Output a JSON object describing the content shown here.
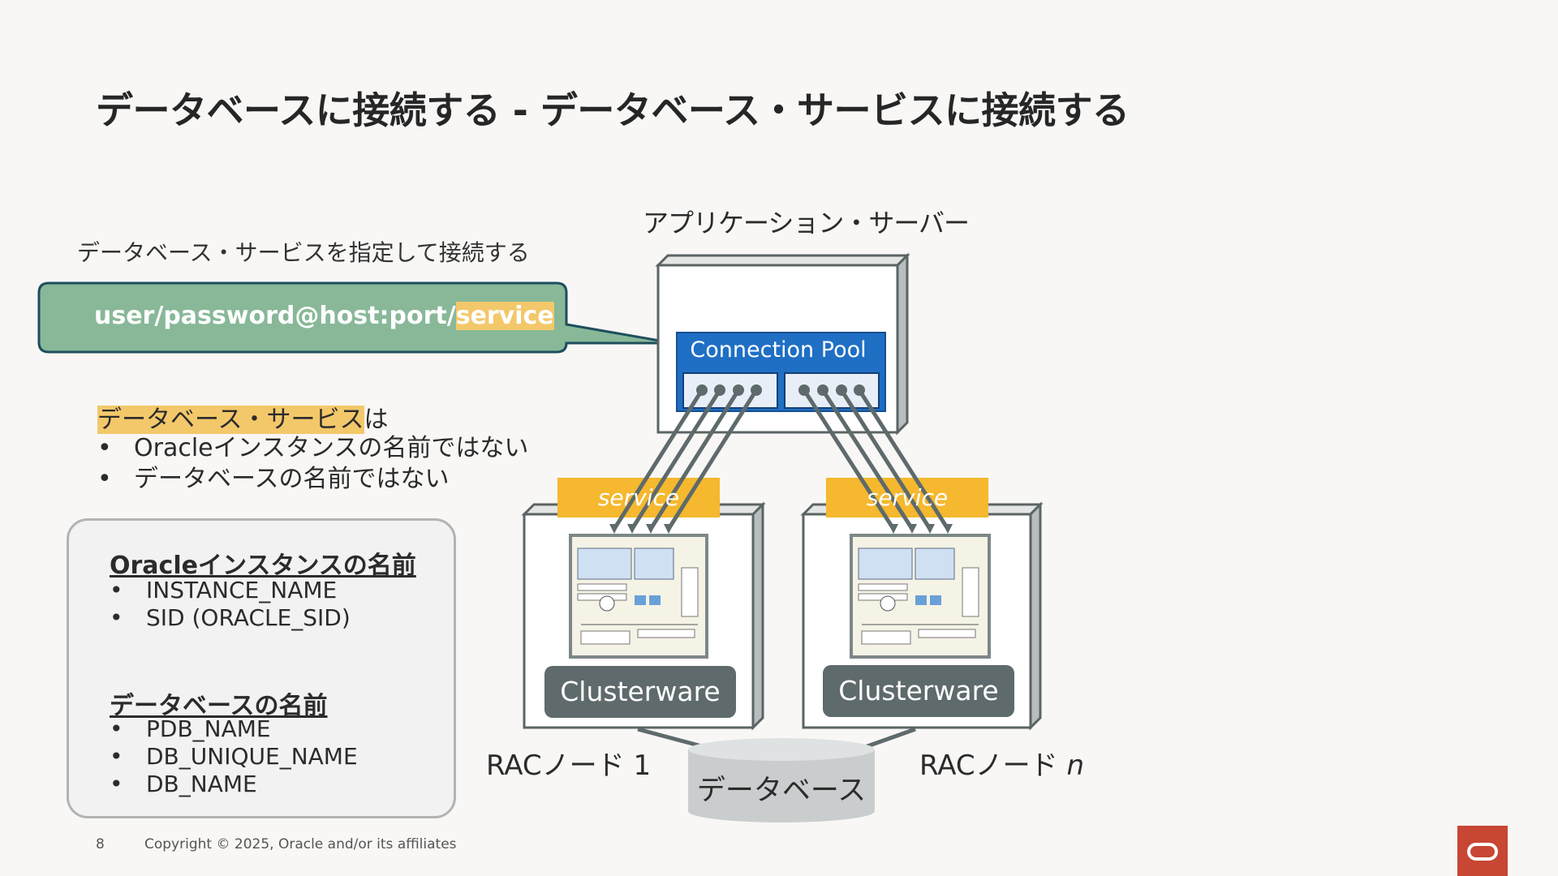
{
  "title": "データベースに接続する - データベース・サービスに接続する",
  "subheading": "データベース・サービスを指定して接続する",
  "callout": {
    "connect_string_prefix": "user/password@host:port/",
    "connect_string_service": "service"
  },
  "service_note": {
    "heading_highlight": "データベース・サービス",
    "heading_suffix": "は",
    "bullets": [
      "Oracleインスタンスの名前ではない",
      "データベースの名前ではない"
    ]
  },
  "name_box": {
    "instance_title": "Oracleインスタンスの名前",
    "instance_items": [
      "INSTANCE_NAME",
      "SID (ORACLE_SID)"
    ],
    "database_title": "データベースの名前",
    "database_items": [
      "PDB_NAME",
      "DB_UNIQUE_NAME",
      "DB_NAME"
    ]
  },
  "diagram": {
    "app_server_label": "アプリケーション・サーバー",
    "connection_pool_label": "Connection Pool",
    "service_tag_left": "service",
    "service_tag_right": "service",
    "clusterware_left": "Clusterware",
    "clusterware_right": "Clusterware",
    "node1_label": "RACノード 1",
    "noden_label_prefix": "RACノード ",
    "noden_label_var": "n",
    "database_label": "データベース"
  },
  "footer": {
    "page_number": "8",
    "copyright": "Copyright © 2025, Oracle and/or its affiliates"
  },
  "colors": {
    "callout_fill": "#88b898",
    "callout_border": "#1e4e5e",
    "highlight": "#f3c86a",
    "service_tag": "#f5b82e",
    "connection_pool": "#1f6fc4",
    "clusterware": "#5e6a6b",
    "database": "#c9cdcd",
    "oracle_red": "#c74634"
  }
}
